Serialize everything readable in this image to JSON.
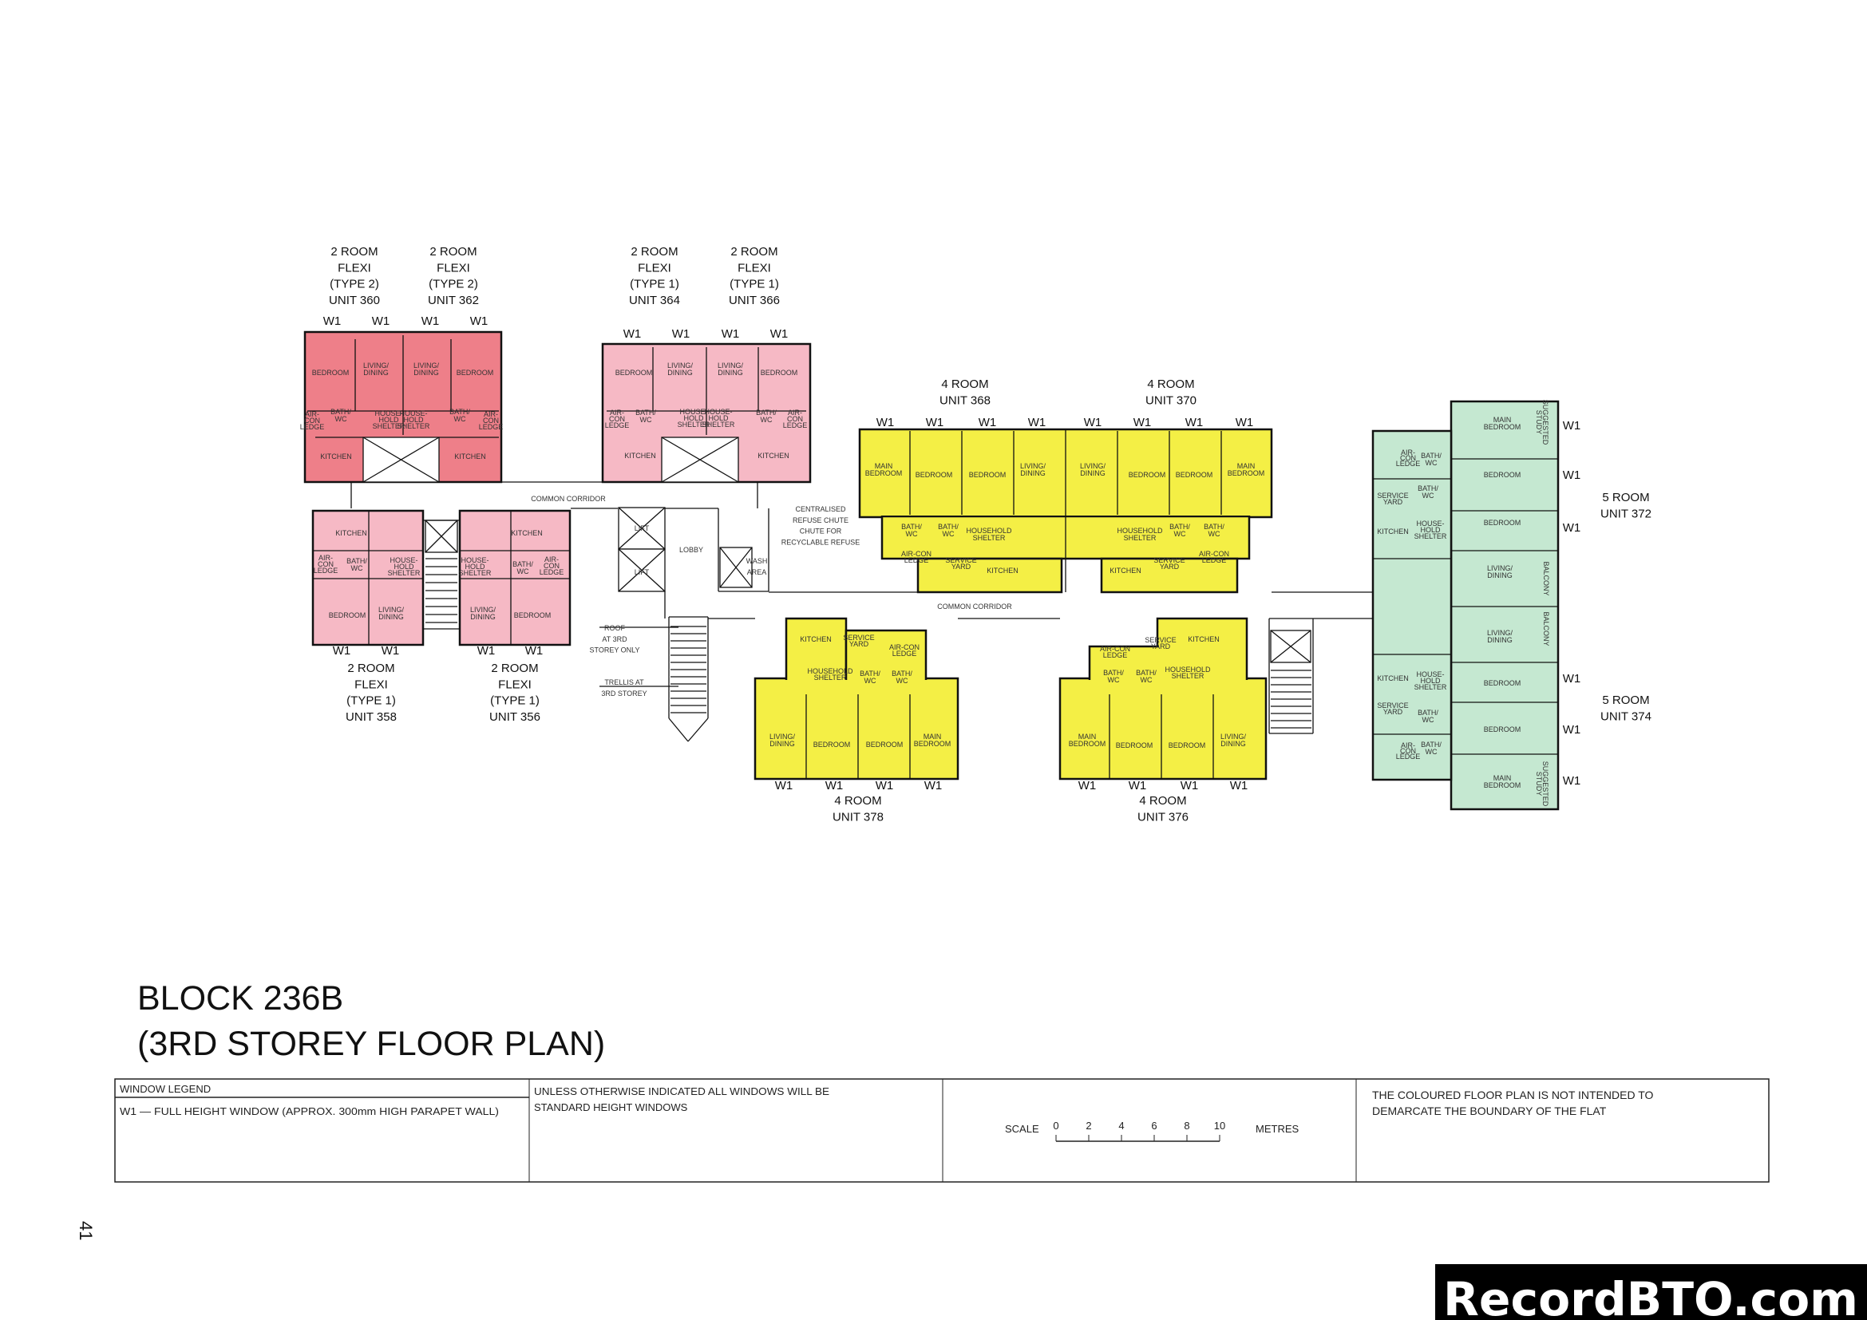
{
  "title": {
    "line1": "BLOCK 236B",
    "line2": "(3RD STOREY FLOOR PLAN)"
  },
  "page_number": "41",
  "watermark": "RecordBTO.com",
  "window_tag": "W1",
  "units": {
    "u360": [
      "2 ROOM",
      "FLEXI",
      "(TYPE 2)",
      "UNIT 360"
    ],
    "u362": [
      "2 ROOM",
      "FLEXI",
      "(TYPE 2)",
      "UNIT 362"
    ],
    "u364": [
      "2 ROOM",
      "FLEXI",
      "(TYPE 1)",
      "UNIT 364"
    ],
    "u366": [
      "2 ROOM",
      "FLEXI",
      "(TYPE 1)",
      "UNIT 366"
    ],
    "u358": [
      "2 ROOM",
      "FLEXI",
      "(TYPE 1)",
      "UNIT 358"
    ],
    "u356": [
      "2 ROOM",
      "FLEXI",
      "(TYPE 1)",
      "UNIT 356"
    ],
    "u368": [
      "4 ROOM",
      "UNIT 368"
    ],
    "u370": [
      "4 ROOM",
      "UNIT 370"
    ],
    "u378": [
      "4 ROOM",
      "UNIT 378"
    ],
    "u376": [
      "4 ROOM",
      "UNIT 376"
    ],
    "u372": [
      "5 ROOM",
      "UNIT 372"
    ],
    "u374": [
      "5 ROOM",
      "UNIT 374"
    ]
  },
  "rooms": {
    "bedroom": [
      "BEDROOM"
    ],
    "main_bedroom": [
      "MAIN",
      "BEDROOM"
    ],
    "living": [
      "LIVING/",
      "DINING"
    ],
    "kitchen": [
      "KITCHEN"
    ],
    "bath": [
      "BATH/",
      "WC"
    ],
    "aircon": [
      "AIR-",
      "CON",
      "LEDGE"
    ],
    "aircon2": [
      "AIR-CON",
      "LEDGE"
    ],
    "shelter": [
      "HOUSE-",
      "HOLD",
      "SHELTER"
    ],
    "shelter2": [
      "HOUSEHOLD",
      "SHELTER"
    ],
    "service_yard": [
      "SERVICE",
      "YARD"
    ],
    "balcony": [
      "BALCONY"
    ],
    "study": [
      "SUGGESTED",
      "STUDY"
    ]
  },
  "annotations": {
    "common_corridor": "COMMON CORRIDOR",
    "lobby": "LOBBY",
    "lift": "LIFT",
    "wash_area": [
      "WASH",
      "AREA"
    ],
    "refuse": [
      "CENTRALISED",
      "REFUSE CHUTE",
      "CHUTE FOR",
      "RECYCLABLE REFUSE"
    ],
    "roof": [
      "ROOF",
      "AT 3RD",
      "STOREY ONLY"
    ],
    "trellis": [
      "TRELLIS AT",
      "3RD STOREY"
    ]
  },
  "legend": {
    "window_legend_heading": "WINDOW LEGEND",
    "window_legend_item": "W1 — FULL HEIGHT WINDOW (APPROX. 300mm HIGH PARAPET WALL)",
    "note_line1": "UNLESS OTHERWISE INDICATED ALL WINDOWS WILL BE",
    "note_line2": "STANDARD HEIGHT WINDOWS",
    "scale_label": "SCALE",
    "scale_ticks": [
      "0",
      "2",
      "4",
      "6",
      "8",
      "10"
    ],
    "scale_unit": "METRES",
    "disclaimer_line1": "THE COLOURED FLOOR PLAN IS NOT INTENDED TO",
    "disclaimer_line2": "DEMARCATE THE BOUNDARY OF THE FLAT"
  },
  "colors": {
    "two_room_type2": "#ee7f89",
    "two_room_type1": "#f6b9c5",
    "four_room": "#f4ef45",
    "five_room": "#c5e8d1",
    "walls": "#111111"
  }
}
